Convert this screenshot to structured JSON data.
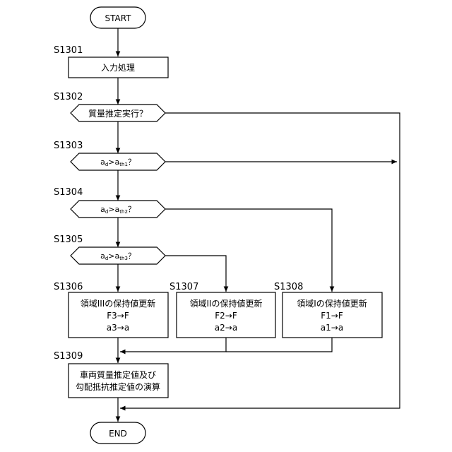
{
  "terminals": {
    "start": "START",
    "end": "END"
  },
  "steps": {
    "s1301": {
      "id": "S1301",
      "text": "入力処理"
    },
    "s1302": {
      "id": "S1302",
      "text": "質量推定実行？"
    },
    "s1303": {
      "id": "S1303",
      "base": "a",
      "sub1": "d",
      "rel": ">a",
      "sub2": "th1",
      "tail": "？"
    },
    "s1304": {
      "id": "S1304",
      "base": "a",
      "sub1": "d",
      "rel": ">a",
      "sub2": "th2",
      "tail": "？"
    },
    "s1305": {
      "id": "S1305",
      "base": "a",
      "sub1": "d",
      "rel": ">a",
      "sub2": "th3",
      "tail": "？"
    },
    "s1306": {
      "id": "S1306",
      "lines": [
        "領域IIIの保持値更新",
        "F3→F",
        "a3→a"
      ]
    },
    "s1307": {
      "id": "S1307",
      "lines": [
        "領域IIの保持値更新",
        "F2→F",
        "a2→a"
      ]
    },
    "s1308": {
      "id": "S1308",
      "lines": [
        "領域Iの保持値更新",
        "F1→F",
        "a1→a"
      ]
    },
    "s1309": {
      "id": "S1309",
      "lines": [
        "車両質量推定値及び",
        "勾配抵抗推定値の演算"
      ]
    }
  }
}
